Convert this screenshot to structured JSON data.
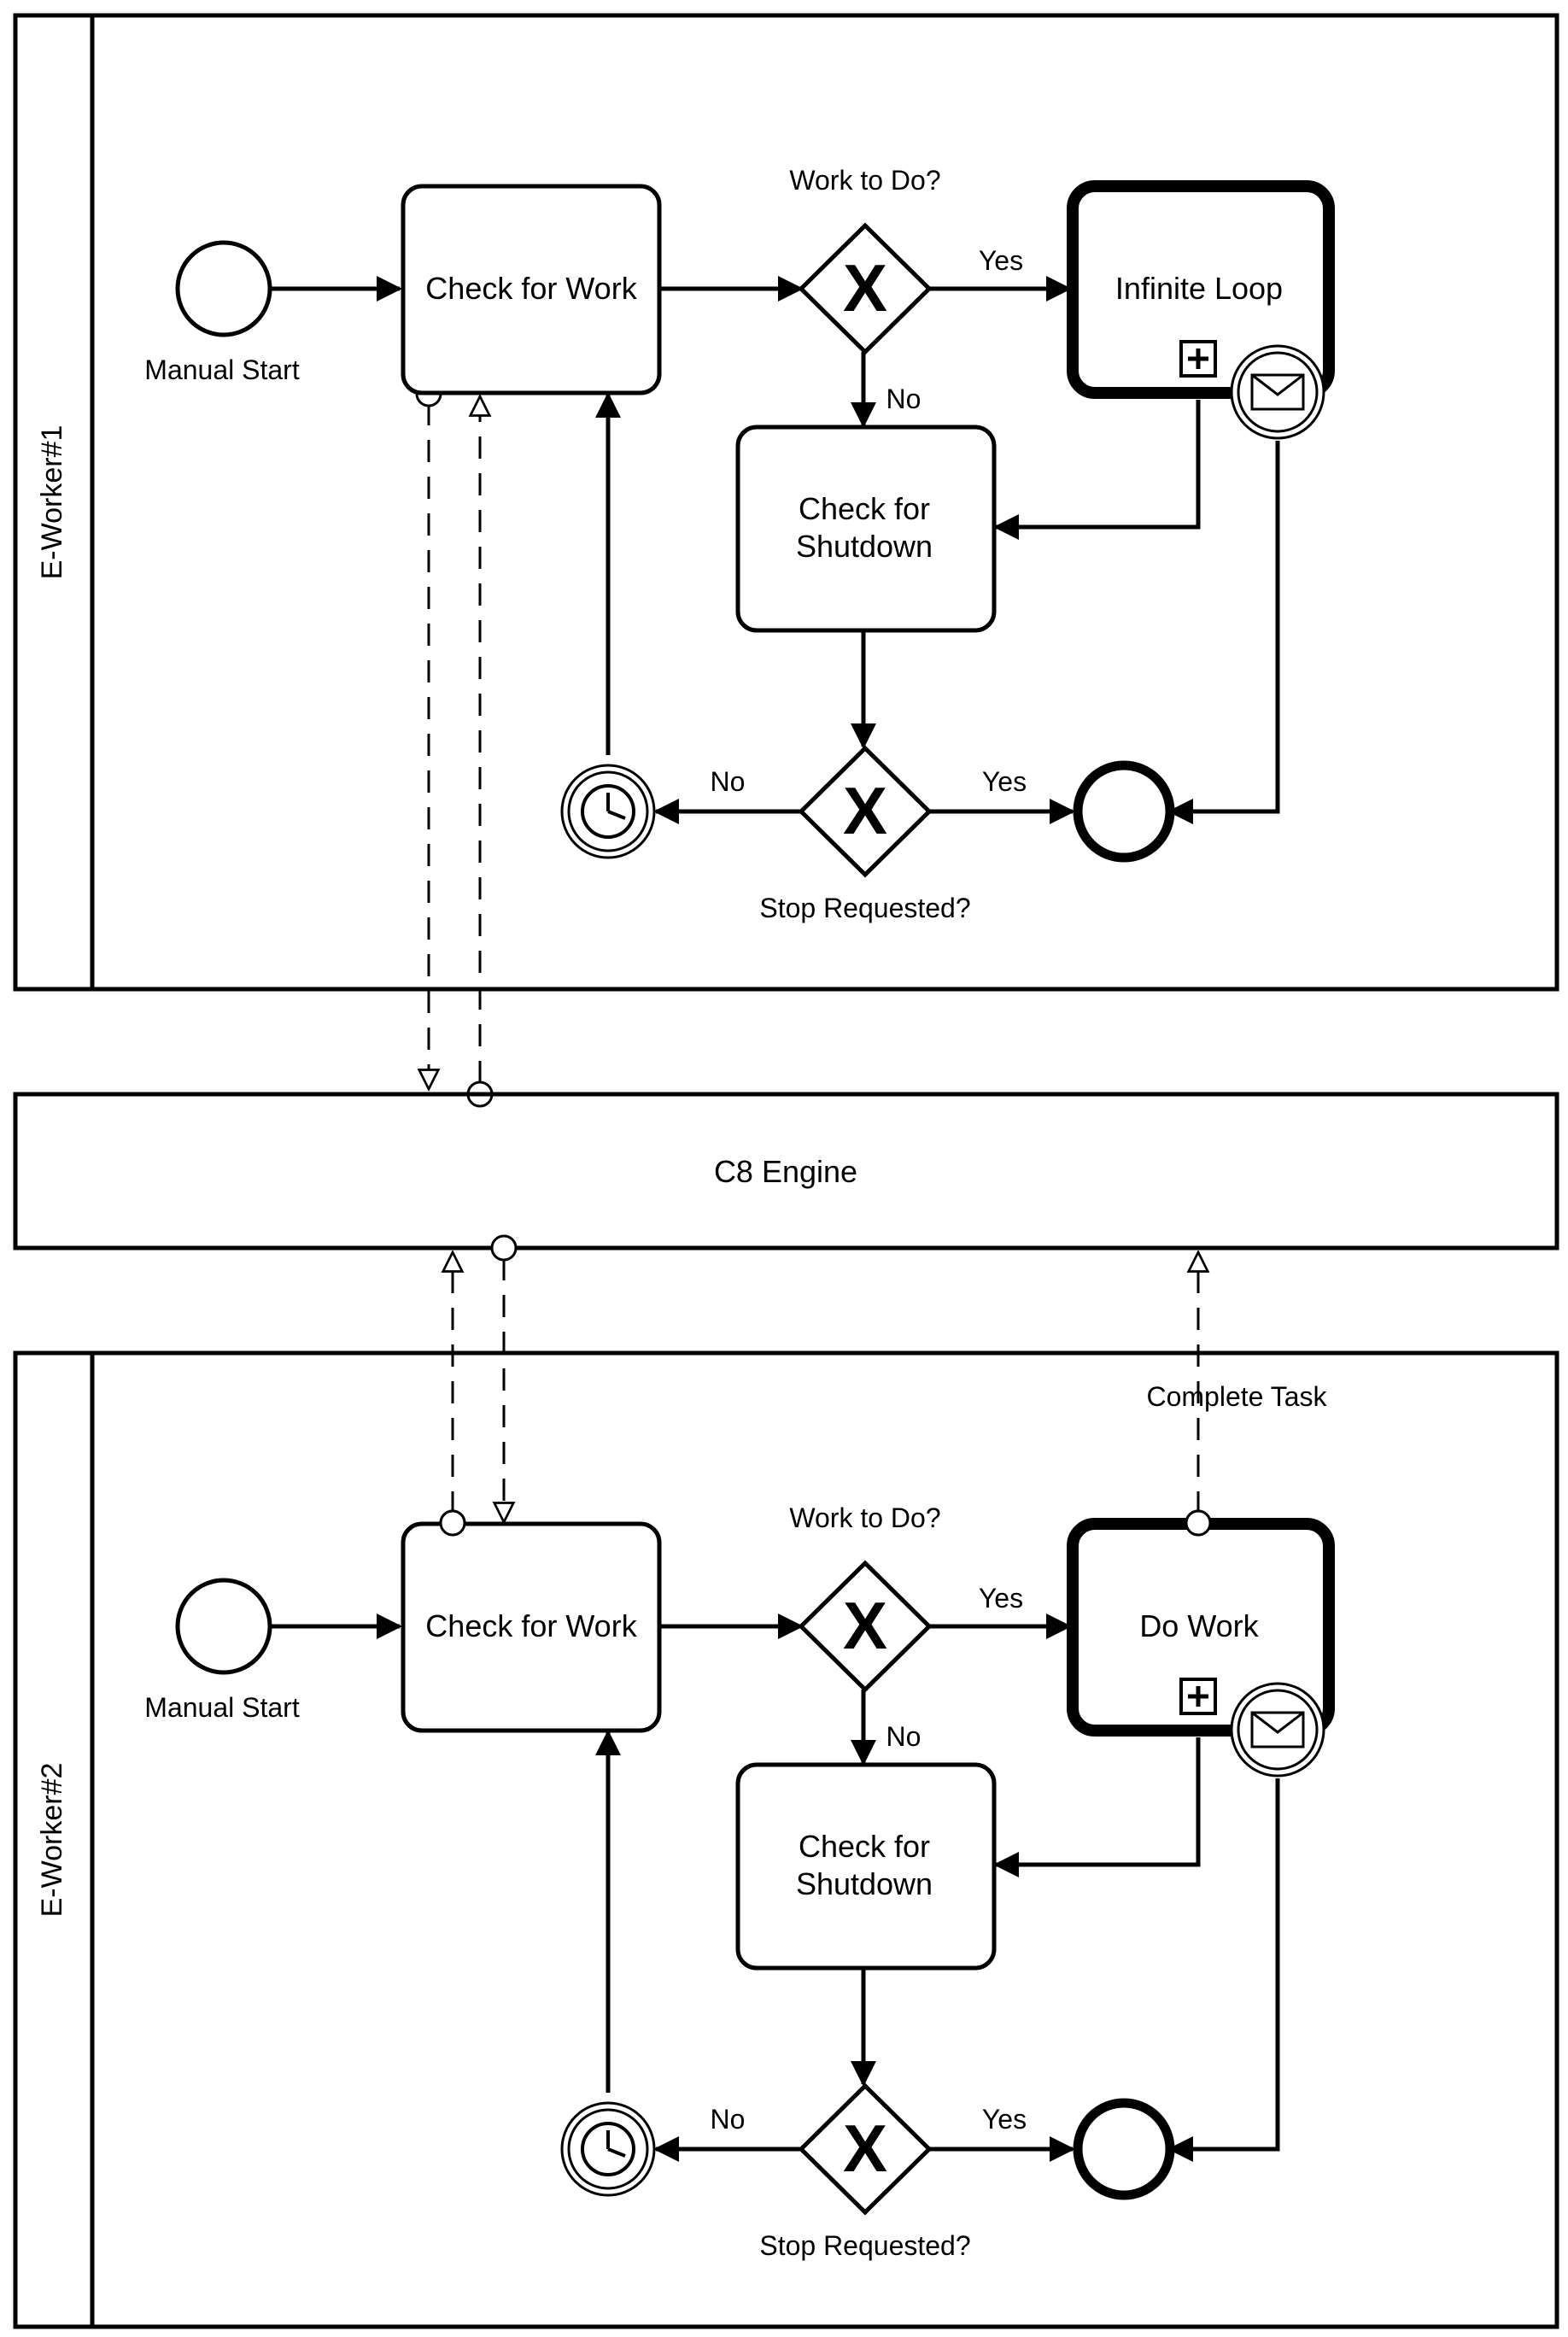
{
  "pools": {
    "worker1": {
      "name": "E-Worker#1"
    },
    "engine": {
      "name": "C8 Engine"
    },
    "worker2": {
      "name": "E-Worker#2"
    }
  },
  "process1": {
    "start_label": "Manual Start",
    "check_work": "Check for Work",
    "gateway_work": "Work to Do?",
    "yes": "Yes",
    "no": "No",
    "subprocess": "Infinite Loop",
    "check_shutdown_1": "Check for",
    "check_shutdown_2": "Shutdown",
    "gateway_stop": "Stop Requested?",
    "no2": "No",
    "yes2": "Yes"
  },
  "process2": {
    "start_label": "Manual Start",
    "check_work": "Check for Work",
    "gateway_work": "Work to Do?",
    "yes": "Yes",
    "no": "No",
    "subprocess": "Do Work",
    "check_shutdown_1": "Check for",
    "check_shutdown_2": "Shutdown",
    "gateway_stop": "Stop Requested?",
    "no2": "No",
    "yes2": "Yes",
    "message_flow_label": "Complete Task"
  },
  "colors": {
    "stroke": "#000000",
    "background": "#ffffff"
  }
}
